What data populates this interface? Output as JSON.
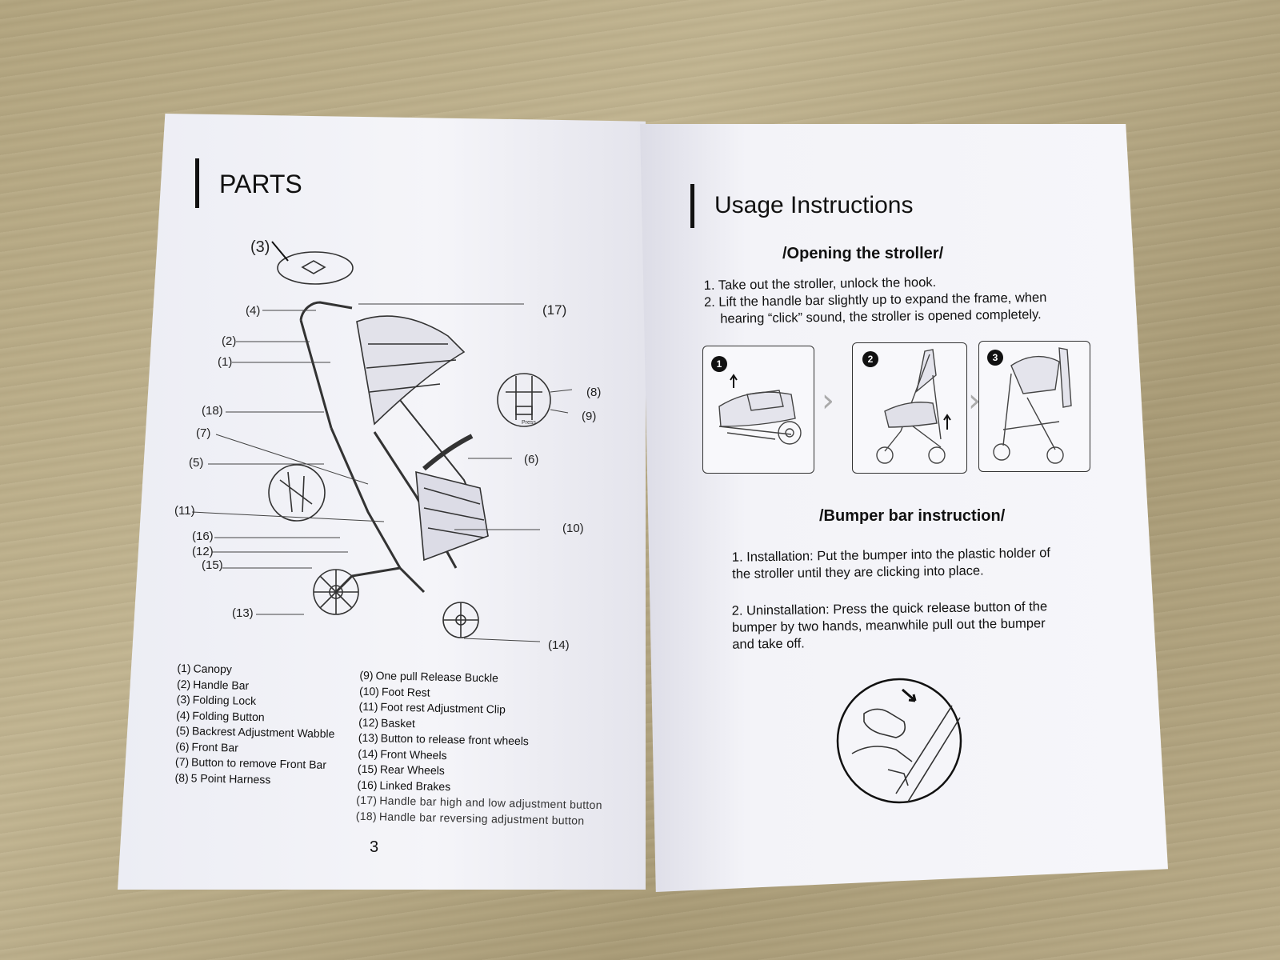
{
  "left_page": {
    "title": "PARTS",
    "page_number": "3",
    "callouts": [
      "(1)",
      "(2)",
      "(3)",
      "(4)",
      "(5)",
      "(6)",
      "(7)",
      "(8)",
      "(9)",
      "(10)",
      "(11)",
      "(12)",
      "(13)",
      "(14)",
      "(15)",
      "(16)",
      "(17)",
      "(18)"
    ],
    "parts_col1": [
      {
        "num": "(1)",
        "label": "Canopy"
      },
      {
        "num": "(2)",
        "label": "Handle Bar"
      },
      {
        "num": "(3)",
        "label": "Folding Lock"
      },
      {
        "num": "(4)",
        "label": "Folding Button"
      },
      {
        "num": "(5)",
        "label": "Backrest Adjustment Wabble"
      },
      {
        "num": "(6)",
        "label": "Front Bar"
      },
      {
        "num": "(7)",
        "label": "Button to remove Front Bar"
      },
      {
        "num": "(8)",
        "label": "5 Point Harness"
      }
    ],
    "parts_col2": [
      {
        "num": "(9)",
        "label": "One pull Release Buckle"
      },
      {
        "num": "(10)",
        "label": "Foot Rest"
      },
      {
        "num": "(11)",
        "label": "Foot rest Adjustment Clip"
      },
      {
        "num": "(12)",
        "label": "Basket"
      },
      {
        "num": "(13)",
        "label": "Button to release front wheels"
      },
      {
        "num": "(14)",
        "label": "Front Wheels"
      },
      {
        "num": "(15)",
        "label": "Rear Wheels"
      },
      {
        "num": "(16)",
        "label": "Linked Brakes"
      },
      {
        "num": "(17)",
        "label": "Handle bar high and low adjustment button"
      },
      {
        "num": "(18)",
        "label": "Handle bar reversing adjustment button"
      }
    ],
    "press_label": "Press"
  },
  "right_page": {
    "title": "Usage Instructions",
    "opening_heading": "/Opening the stroller/",
    "opening_steps": [
      "1. Take out the stroller, unlock the hook.",
      "2. Lift the handle bar slightly up to expand the frame, when",
      "hearing “click” sound, the stroller is opened completely."
    ],
    "step_badges": [
      "1",
      "2",
      "3"
    ],
    "chevron": "›",
    "bumper_heading": "/Bumper bar instruction/",
    "bumper_install": [
      "1. Installation: Put the bumper into the plastic holder of",
      "the stroller until they are clicking into place."
    ],
    "bumper_uninstall": [
      "2. Uninstallation: Press the quick release button of the",
      "bumper by two hands, meanwhile pull out the bumper",
      "and take off."
    ]
  }
}
